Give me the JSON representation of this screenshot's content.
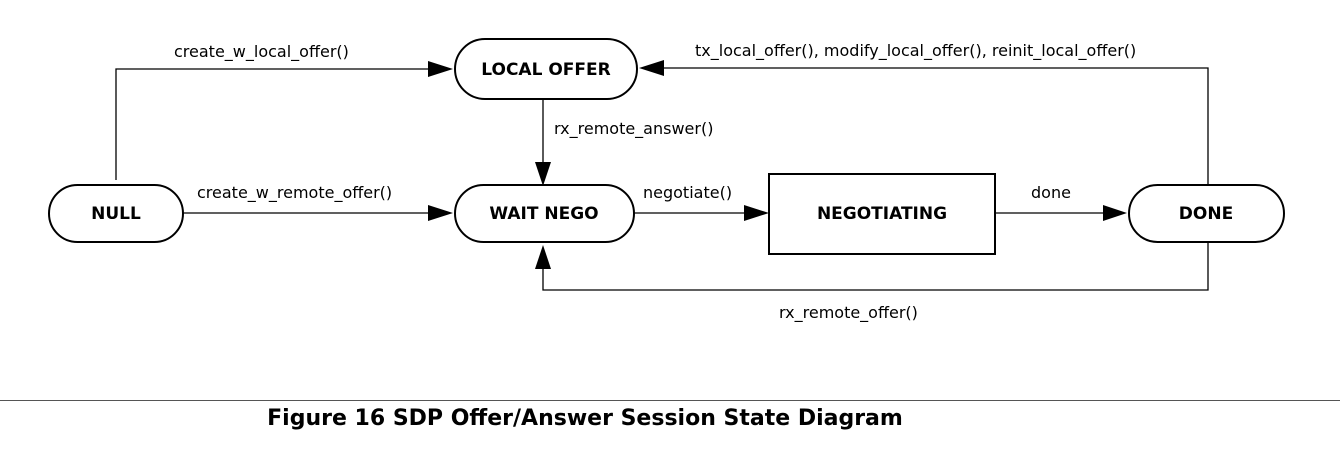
{
  "nodes": {
    "null_state": "NULL",
    "local_offer": "LOCAL OFFER",
    "wait_nego": "WAIT NEGO",
    "negotiating": "NEGOTIATING",
    "done": "DONE"
  },
  "edges": {
    "create_w_local_offer": "create_w_local_offer()",
    "tx_modify_reinit": "tx_local_offer(), modify_local_offer(), reinit_local_offer()",
    "rx_remote_answer": "rx_remote_answer()",
    "create_w_remote_offer": "create_w_remote_offer()",
    "negotiate": "negotiate()",
    "done": "done",
    "rx_remote_offer": "rx_remote_offer()"
  },
  "caption": "Figure 16 SDP Offer/Answer Session State Diagram"
}
